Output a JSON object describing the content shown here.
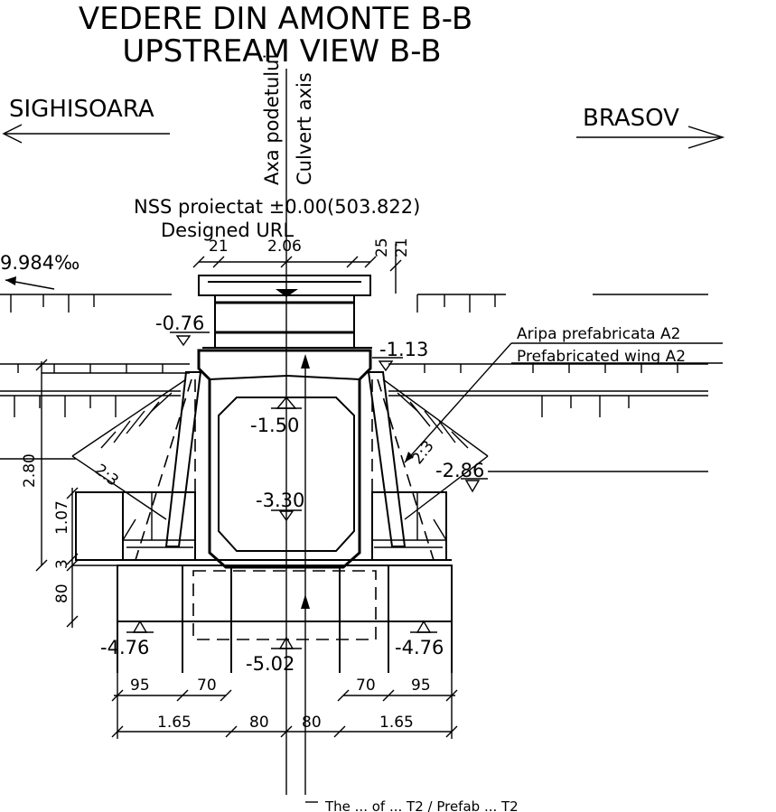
{
  "title": {
    "ro": "VEDERE DIN AMONTE B-B",
    "en": "UPSTREAM VIEW B-B"
  },
  "directions": {
    "left": "SIGHISOARA",
    "right": "BRASOV"
  },
  "axis": {
    "ro": "Axa podetului",
    "en": "Culvert axis"
  },
  "level_ref": {
    "ro": "NSS proiectat ±0.00(503.822)",
    "en": "Designed URL"
  },
  "slope": "9.984‰",
  "wing": {
    "ro": "Aripa prefabricata A2",
    "en": "Prefabricated wing A2"
  },
  "levels": [
    "-0.76",
    "-1.13",
    "-1.50",
    "-2.86",
    "-3.30",
    "-4.76",
    "-4.76",
    "-5.02"
  ],
  "embankment_slopes": [
    "2:3",
    "2:3"
  ],
  "dimensions": {
    "top": [
      "21",
      "2.06",
      "25",
      "21"
    ],
    "left_vertical": [
      "2.80",
      "1.07",
      "3",
      "80"
    ],
    "bottom_row1": [
      "95",
      "70",
      "70",
      "95"
    ],
    "bottom_row2": [
      "1.65",
      "80",
      "80",
      "1.65"
    ]
  },
  "footer_note": "The ... of ... T2 / Prefab ... T2"
}
